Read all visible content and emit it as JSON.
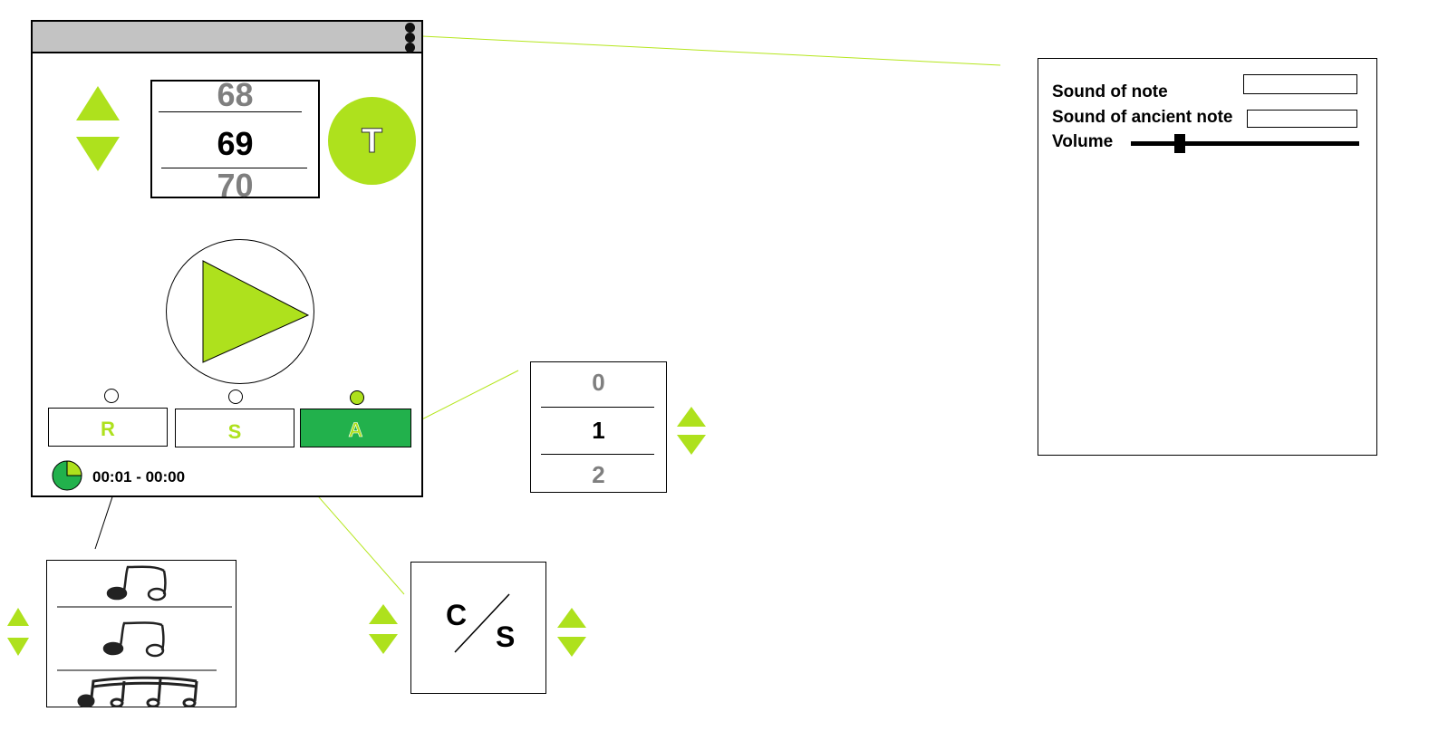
{
  "tempo_picker": {
    "prev": "68",
    "current": "69",
    "next": "70"
  },
  "tap_button": {
    "label": "T"
  },
  "modes": [
    {
      "label": "R",
      "selected": false
    },
    {
      "label": "S",
      "selected": false
    },
    {
      "label": "A",
      "selected": true
    }
  ],
  "timer": {
    "text": "00:01 - 00:00",
    "progress": 0.25
  },
  "beat_picker": {
    "prev": "0",
    "current": "1",
    "next": "2"
  },
  "cs_toggle": {
    "left": "C",
    "right": "S"
  },
  "settings": {
    "sound_of_note_label": "Sound of note",
    "sound_of_ancient_note_label": "Sound of ancient note",
    "volume_label": "Volume",
    "volume_level": 0.2
  },
  "colors": {
    "accent": "#aee11d",
    "active_green": "#22b14c",
    "titlebar": "#c3c3c3",
    "muted_number": "#7f7f7f"
  }
}
